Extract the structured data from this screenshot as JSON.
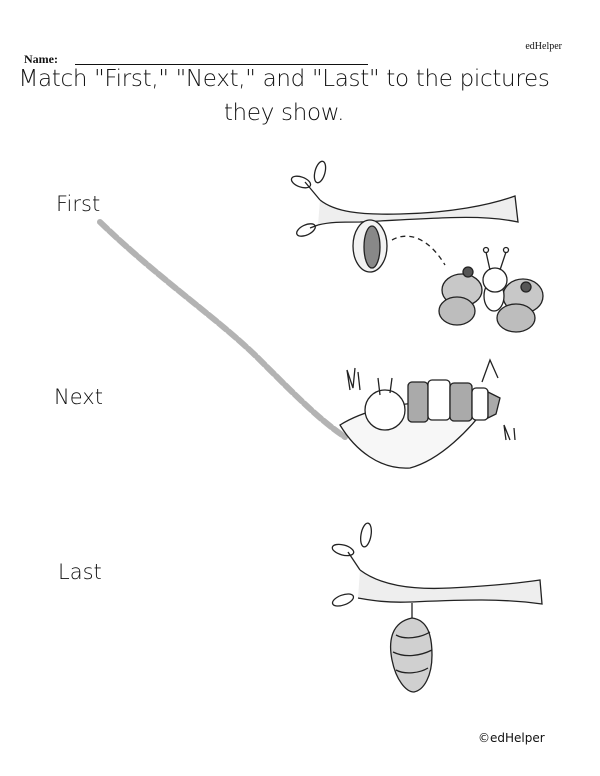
{
  "header": {
    "brand": "edHelper",
    "name_label": "Name:",
    "name_value": ""
  },
  "instructions": "Match \"First,\" \"Next,\" and \"Last\" to the pictures they show.",
  "labels": [
    "First",
    "Next",
    "Last"
  ],
  "pictures": [
    "chrysalis-and-butterfly",
    "caterpillar-on-leaf",
    "chrysalis-on-branch"
  ],
  "footer": {
    "copyright": "©edHelper"
  },
  "colors": {
    "drawn_line": "#b0b0b0",
    "fill": "#c8c8c8"
  }
}
